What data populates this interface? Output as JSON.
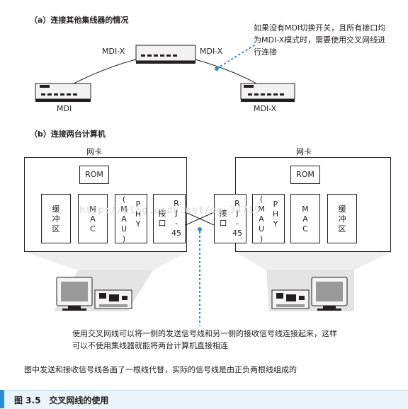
{
  "section_a": {
    "title": "（a）连接其他集线器的情况",
    "hub_top_left_port": "MDI-X",
    "hub_top_right_port": "MDI-X",
    "hub_left_label": "MDI",
    "hub_right_label": "MDI-X",
    "note": "如果没有MDI切换开关，且所有接口均为MDI-X模式时，需要使用交叉网线进行连接"
  },
  "section_b": {
    "title": "（b）连接两台计算机",
    "left_card": {
      "title": "网卡",
      "rom": "ROM",
      "buffer": [
        "缓",
        "冲",
        "区"
      ],
      "mac": [
        "M",
        "A",
        "C"
      ],
      "mau_phy": [
        "(",
        "M",
        "A",
        "U",
        ")",
        "P",
        "H",
        "Y"
      ],
      "port": [
        "接",
        "口"
      ],
      "rj45": [
        "R",
        "J",
        "-",
        "45"
      ]
    },
    "right_card": {
      "title": "网卡",
      "rom": "ROM",
      "buffer": [
        "缓",
        "冲",
        "区"
      ],
      "mac": [
        "M",
        "A",
        "C"
      ],
      "mau_phy": [
        "(",
        "M",
        "A",
        "U",
        ")",
        "P",
        "H",
        "Y"
      ],
      "port": [
        "接",
        "口"
      ],
      "rj45": [
        "R",
        "J",
        "-",
        "45"
      ]
    },
    "cross_note": "使用交叉网线可以将一侧的发送信号线和另一侧的接收信号线连接起来，这样可以不使用集线器就能将两台计算机直接相连",
    "footer_note": "图中发送和接收信号线各画了一根线代替，实际的信号线是由正负两根线组成的"
  },
  "watermark": "http://blog.csdn.net/qq_34719",
  "caption": "图 3.5　交叉网线的使用",
  "colors": {
    "accent": "#2a8fd0",
    "line": "#231f20",
    "cone": "#d9d9d9"
  }
}
